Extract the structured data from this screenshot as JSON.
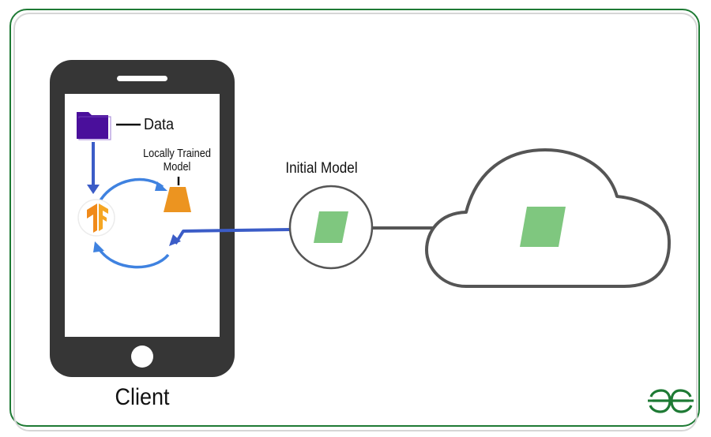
{
  "diagram": {
    "type": "federated-learning-overview",
    "labels": {
      "data": "Data",
      "locally_trained_model": "Locally Trained Model",
      "initial_model": "Initial Model",
      "client": "Client"
    },
    "nodes": [
      {
        "id": "data",
        "label": "Data",
        "icon": "folder-icon"
      },
      {
        "id": "tensorflow",
        "label": "",
        "icon": "tensorflow-logo-icon"
      },
      {
        "id": "local-model",
        "label": "Locally Trained Model",
        "icon": "trapezoid-model-icon"
      },
      {
        "id": "initial-model",
        "label": "Initial Model",
        "icon": "parallelogram-model-icon"
      },
      {
        "id": "server",
        "label": "",
        "icon": "cloud-icon"
      },
      {
        "id": "client",
        "label": "Client",
        "icon": "smartphone-icon"
      }
    ],
    "edges": [
      {
        "from": "data",
        "to": "tensorflow",
        "style": "arrow"
      },
      {
        "from": "tensorflow",
        "to": "local-model",
        "style": "curved-arrow"
      },
      {
        "from": "initial-model",
        "to": "client-training-loop",
        "style": "arrow"
      },
      {
        "from": "client-training-loop",
        "to": "tensorflow",
        "style": "curved-arrow"
      },
      {
        "from": "server",
        "to": "initial-model",
        "style": "line"
      }
    ],
    "colors": {
      "frame_green": "#1e7a34",
      "phone_body": "#363636",
      "arrow_blue": "#3b5cc7",
      "cycle_blue": "#3f82e0",
      "folder_purple": "#4a0f9b",
      "model_orange": "#ec9420",
      "model_green": "#7fc77f",
      "outline_gray": "#555555"
    },
    "logo": {
      "text": "GG",
      "brand": "GeeksforGeeks"
    }
  }
}
